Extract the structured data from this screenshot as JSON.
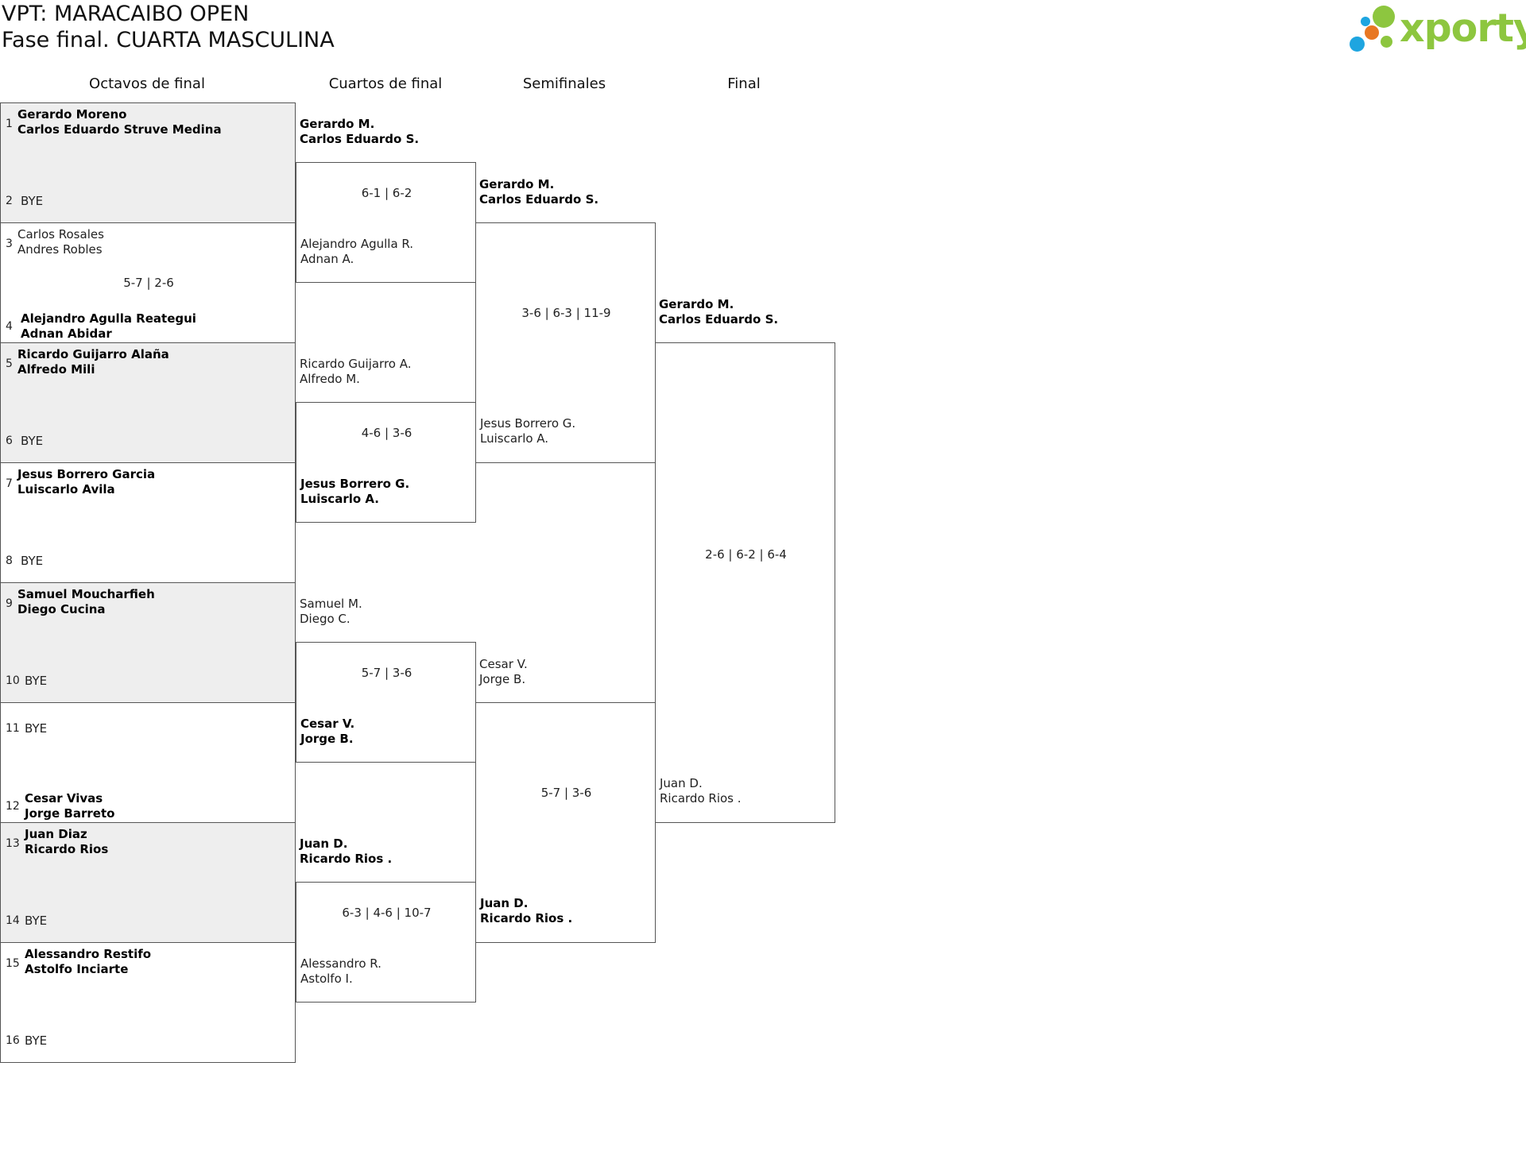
{
  "header": {
    "title": "VPT: MARACAIBO OPEN",
    "subtitle": "Fase final. CUARTA MASCULINA",
    "logo_text": "xporty",
    "logo_colors": [
      "#8dc63f",
      "#e87722",
      "#1ea5e0"
    ]
  },
  "rounds": [
    "Octavos de final",
    "Cuartos de final",
    "Semifinales",
    "Final"
  ],
  "r16": [
    {
      "top_seed": "1",
      "top": [
        "Gerardo Moreno",
        "Carlos Eduardo Struve Medina"
      ],
      "top_win": true,
      "bot_seed": "2",
      "bot": [
        "BYE"
      ],
      "bot_win": false,
      "score": "",
      "shaded": true
    },
    {
      "top_seed": "3",
      "top": [
        "Carlos Rosales",
        "Andres Robles"
      ],
      "top_win": false,
      "bot_seed": "4",
      "bot": [
        "Alejandro Agulla Reategui",
        "Adnan Abidar"
      ],
      "bot_win": true,
      "score": "5-7 | 2-6",
      "shaded": false
    },
    {
      "top_seed": "5",
      "top": [
        "Ricardo Guijarro Alaña",
        "Alfredo Mili"
      ],
      "top_win": true,
      "bot_seed": "6",
      "bot": [
        "BYE"
      ],
      "bot_win": false,
      "score": "",
      "shaded": true
    },
    {
      "top_seed": "7",
      "top": [
        "Jesus Borrero Garcia",
        "Luiscarlo Avila"
      ],
      "top_win": true,
      "bot_seed": "8",
      "bot": [
        "BYE"
      ],
      "bot_win": false,
      "score": "",
      "shaded": false
    },
    {
      "top_seed": "9",
      "top": [
        "Samuel Moucharfieh",
        "Diego Cucina"
      ],
      "top_win": true,
      "bot_seed": "10",
      "bot": [
        "BYE"
      ],
      "bot_win": false,
      "score": "",
      "shaded": true
    },
    {
      "top_seed": "11",
      "top": [
        "BYE"
      ],
      "top_win": false,
      "bot_seed": "12",
      "bot": [
        "Cesar Vivas",
        "Jorge Barreto"
      ],
      "bot_win": true,
      "score": "",
      "shaded": false
    },
    {
      "top_seed": "13",
      "top": [
        "Juan Diaz",
        "Ricardo Rios"
      ],
      "top_win": true,
      "bot_seed": "14",
      "bot": [
        "BYE"
      ],
      "bot_win": false,
      "score": "",
      "shaded": true
    },
    {
      "top_seed": "15",
      "top": [
        "Alessandro Restifo",
        "Astolfo Inciarte"
      ],
      "top_win": true,
      "bot_seed": "16",
      "bot": [
        "BYE"
      ],
      "bot_win": false,
      "score": "",
      "shaded": false
    }
  ],
  "qf": [
    {
      "top": [
        "Gerardo M.",
        "Carlos Eduardo S."
      ],
      "top_win": true,
      "bot": [
        "Alejandro Agulla R.",
        "Adnan A."
      ],
      "bot_win": false,
      "score": "6-1 | 6-2"
    },
    {
      "top": [
        "Ricardo Guijarro A.",
        "Alfredo M."
      ],
      "top_win": false,
      "bot": [
        "Jesus Borrero G.",
        "Luiscarlo A."
      ],
      "bot_win": true,
      "score": "4-6 | 3-6"
    },
    {
      "top": [
        "Samuel M.",
        "Diego C."
      ],
      "top_win": false,
      "bot": [
        "Cesar V.",
        "Jorge B."
      ],
      "bot_win": true,
      "score": "5-7 | 3-6"
    },
    {
      "top": [
        "Juan D.",
        "Ricardo Rios ."
      ],
      "top_win": true,
      "bot": [
        "Alessandro R.",
        "Astolfo I."
      ],
      "bot_win": false,
      "score": "6-3 | 4-6 | 10-7"
    }
  ],
  "sf": [
    {
      "top": [
        "Gerardo M.",
        "Carlos Eduardo S."
      ],
      "top_win": true,
      "bot": [
        "Jesus Borrero G.",
        "Luiscarlo A."
      ],
      "bot_win": false,
      "score": "3-6 | 6-3 | 11-9"
    },
    {
      "top": [
        "Cesar V.",
        "Jorge B."
      ],
      "top_win": false,
      "bot": [
        "Juan D.",
        "Ricardo Rios ."
      ],
      "bot_win": true,
      "score": "5-7 | 3-6"
    }
  ],
  "final": [
    {
      "top": [
        "Gerardo M.",
        "Carlos Eduardo S."
      ],
      "top_win": true,
      "bot": [
        "Juan D.",
        "Ricardo Rios ."
      ],
      "bot_win": false,
      "score": "2-6 | 6-2 | 6-4"
    }
  ]
}
